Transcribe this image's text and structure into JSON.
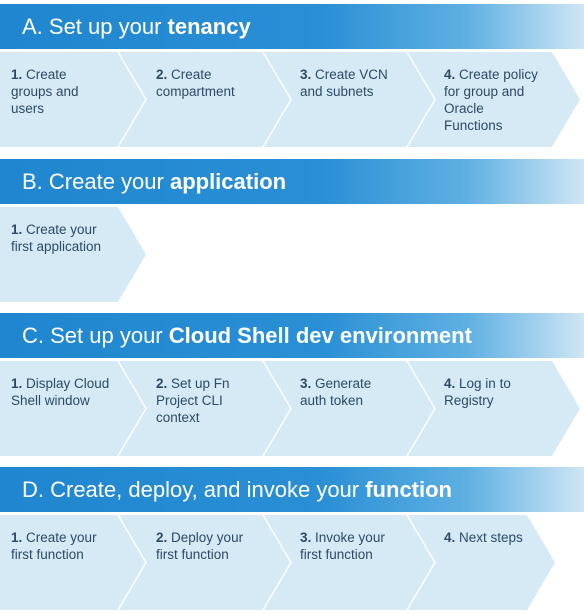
{
  "sections": [
    {
      "id": "A",
      "title_prefix": "A. Set up your ",
      "title_bold": "tenancy",
      "steps": [
        {
          "num": "1.",
          "lines": [
            "Create",
            "groups and",
            "users"
          ]
        },
        {
          "num": "2.",
          "lines": [
            "Create",
            "compartment"
          ]
        },
        {
          "num": "3.",
          "lines": [
            "Create VCN",
            "and subnets"
          ]
        },
        {
          "num": "4.",
          "lines": [
            "Create policy",
            "for group and",
            "Oracle",
            "Functions"
          ]
        }
      ]
    },
    {
      "id": "B",
      "title_prefix": "B. Create your ",
      "title_bold": "application",
      "steps": [
        {
          "num": "1.",
          "lines": [
            "Create your",
            "first application"
          ]
        }
      ]
    },
    {
      "id": "C",
      "title_prefix": "C. Set up your ",
      "title_bold": "Cloud Shell dev environment",
      "steps": [
        {
          "num": "1.",
          "lines": [
            "Display Cloud",
            "Shell window"
          ]
        },
        {
          "num": "2.",
          "lines": [
            "Set up Fn",
            "Project CLI",
            "context"
          ]
        },
        {
          "num": "3.",
          "lines": [
            "Generate",
            "auth token"
          ]
        },
        {
          "num": "4.",
          "lines": [
            "Log in to",
            "Registry"
          ]
        }
      ]
    },
    {
      "id": "D",
      "title_prefix": "D. Create, deploy, and invoke your ",
      "title_bold": "function",
      "steps": [
        {
          "num": "1.",
          "lines": [
            "Create your",
            "first function"
          ]
        },
        {
          "num": "2.",
          "lines": [
            "Deploy your",
            "first function"
          ]
        },
        {
          "num": "3.",
          "lines": [
            "Invoke your",
            "first function"
          ]
        },
        {
          "num": "4.",
          "lines": [
            "Next steps"
          ]
        }
      ]
    }
  ],
  "colors": {
    "header_blue": "#1f86cf",
    "step_fill": "#d6eaf6",
    "step_separator": "#ffffff",
    "step_text": "#2b4a63"
  }
}
